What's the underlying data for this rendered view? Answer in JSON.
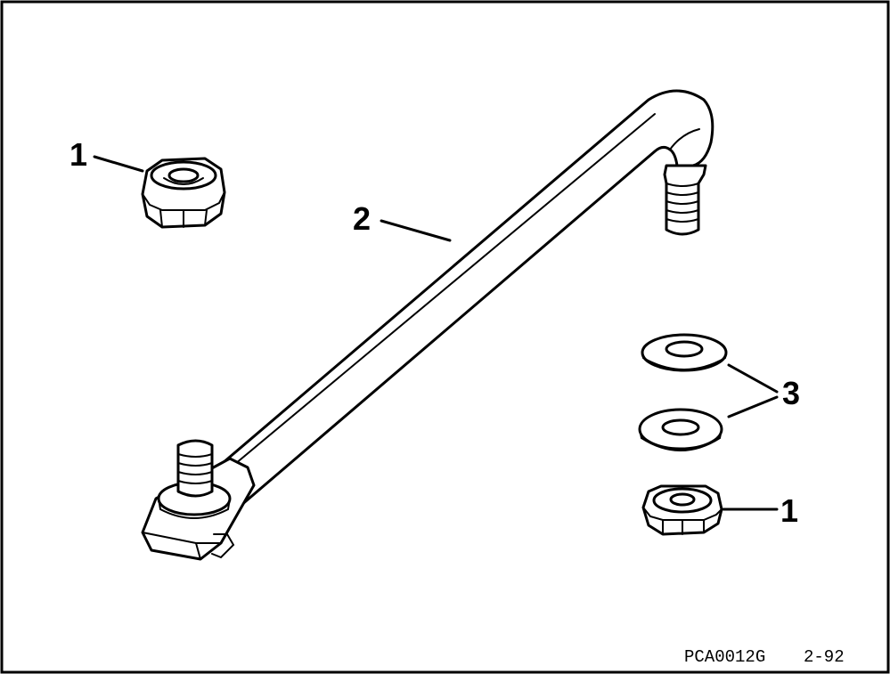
{
  "callouts": {
    "nut_top_left": "1",
    "tie_bar": "2",
    "washers": "3",
    "nut_bottom_right": "1"
  },
  "footer": {
    "code": "PCA0012G",
    "date": "2-92"
  },
  "colors": {
    "ink": "#000000",
    "paper": "#ffffff"
  }
}
